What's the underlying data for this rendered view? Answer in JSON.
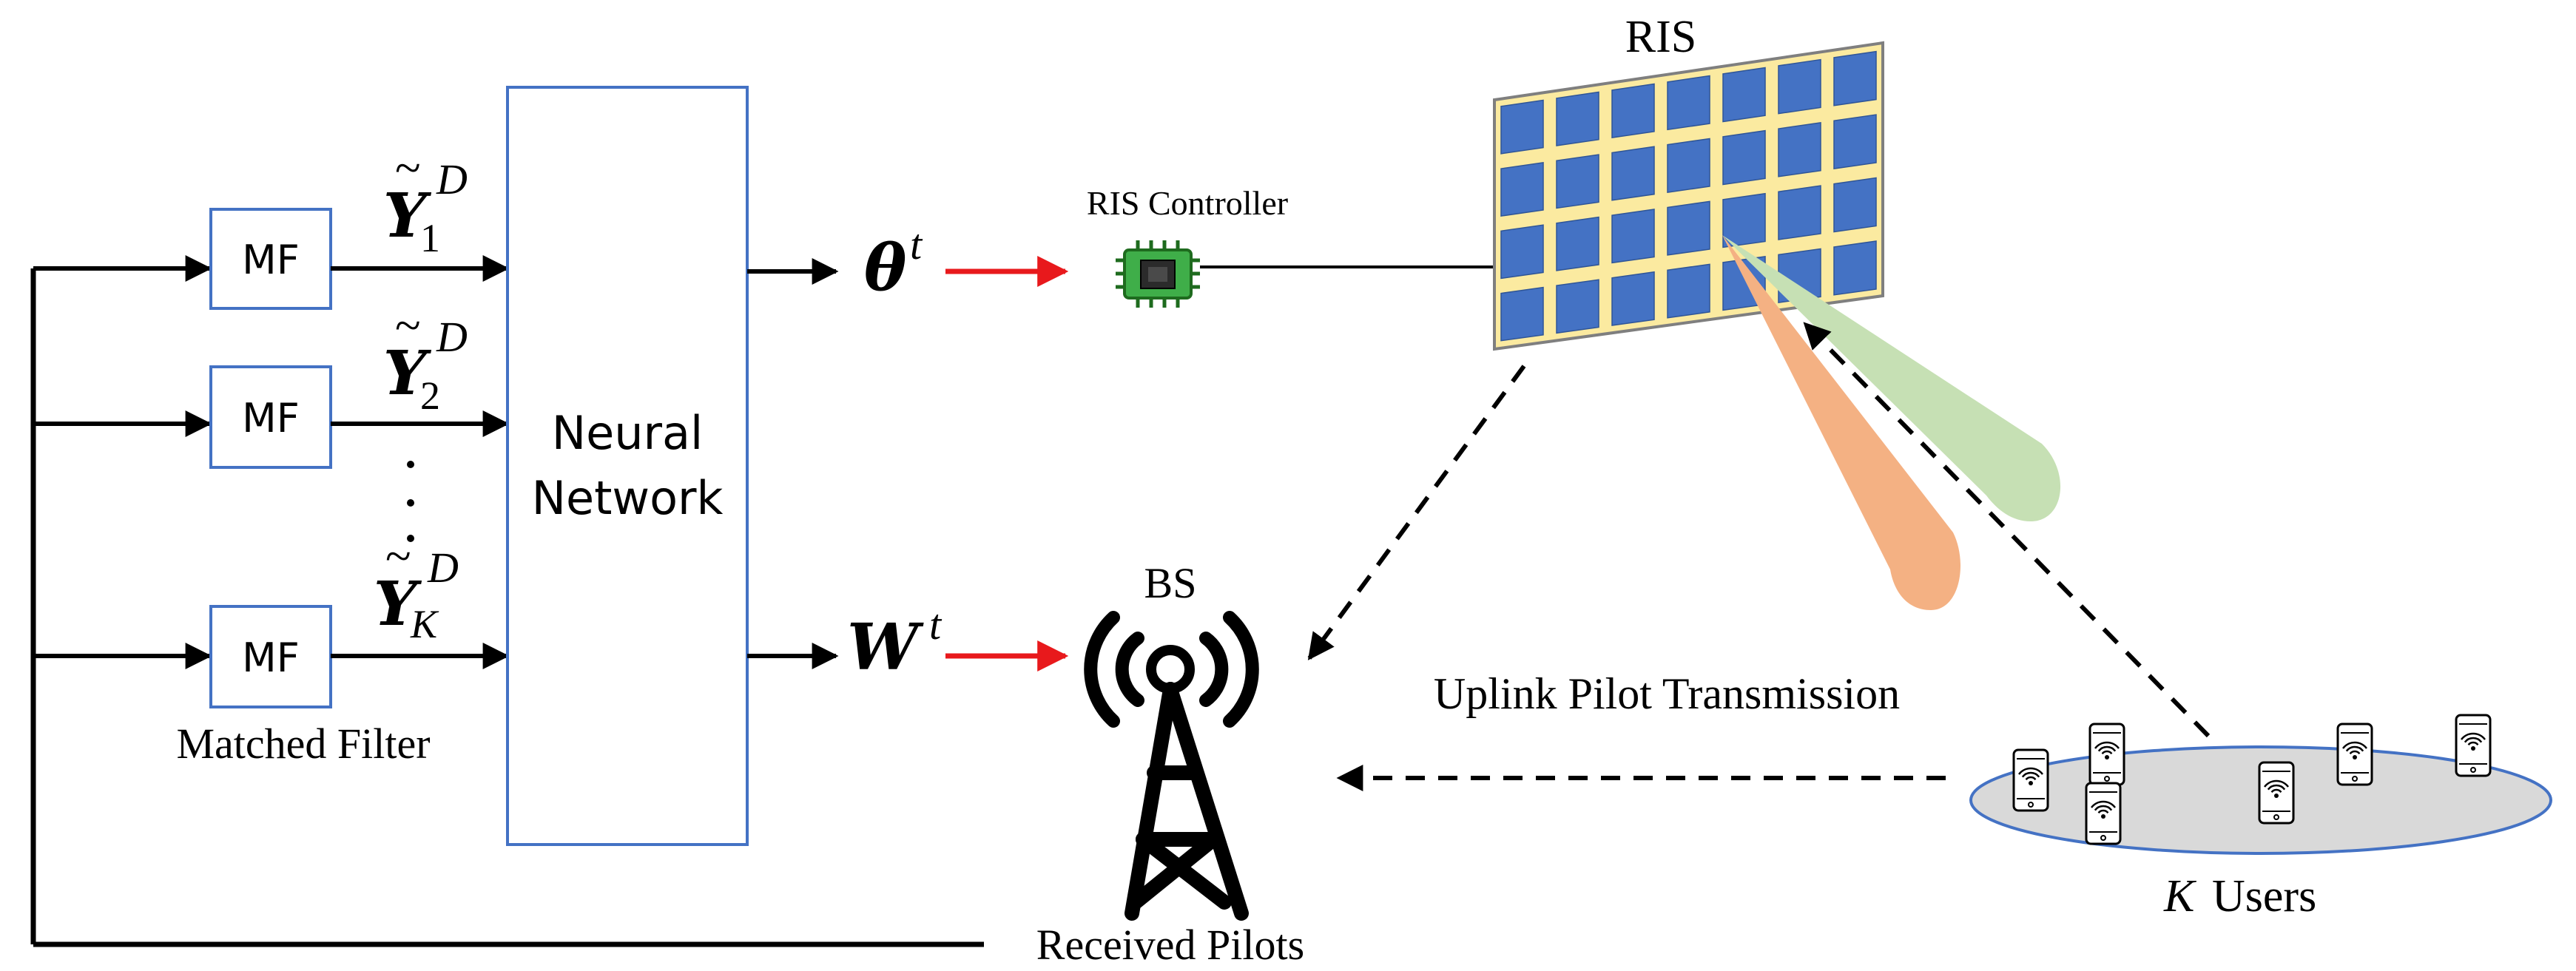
{
  "blocks": {
    "mf_label": "MF",
    "nn_line1": "Neural",
    "nn_line2": "Network",
    "matched_filter": "Matched Filter"
  },
  "signals": {
    "y_base": "Y",
    "y_tilde": "~",
    "y_sup": "D",
    "y1_sub": "1",
    "y2_sub": "2",
    "yk_sub": "K",
    "theta_base": "θ",
    "theta_sup": "t",
    "w_base": "W",
    "w_sup": "t"
  },
  "labels": {
    "ris": "RIS",
    "ris_controller": "RIS Controller",
    "bs": "BS",
    "received_pilots": "Received Pilots",
    "uplink": "Uplink Pilot Transmission",
    "users_k": "K",
    "users": "Users"
  },
  "colors": {
    "block_border": "#4472c4",
    "arrow_red": "#e8191c",
    "ris_tile": "#4472c4",
    "ris_frame": "#fbeaa0",
    "beam_green": "#c6e0b4",
    "beam_orange": "#f4b183",
    "users_ellipse": "#d9d9d9"
  }
}
